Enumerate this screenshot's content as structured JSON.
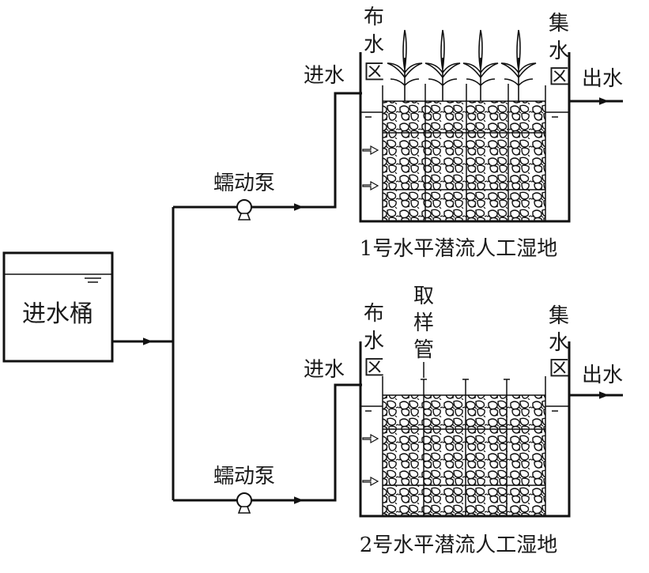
{
  "inlet_tank": {
    "label": "进水桶"
  },
  "pumps": [
    {
      "label": "蠕动泵"
    },
    {
      "label": "蠕动泵"
    }
  ],
  "wetlands": [
    {
      "title": "1号水平潜流人工湿地",
      "inlet_label": "进水",
      "outlet_label": "出水",
      "distribution_zone": [
        "布",
        "水",
        "区"
      ],
      "collection_zone": [
        "集",
        "水",
        "区"
      ],
      "has_plants": true,
      "plant_count": 4,
      "sampling_tubes": 3
    },
    {
      "title": "2号水平潜流人工湿地",
      "inlet_label": "进水",
      "outlet_label": "出水",
      "distribution_zone": [
        "布",
        "水",
        "区"
      ],
      "collection_zone": [
        "集",
        "水",
        "区"
      ],
      "sampling_tube_label": [
        "取",
        "样",
        "管"
      ],
      "has_plants": false,
      "sampling_tubes": 3
    }
  ]
}
